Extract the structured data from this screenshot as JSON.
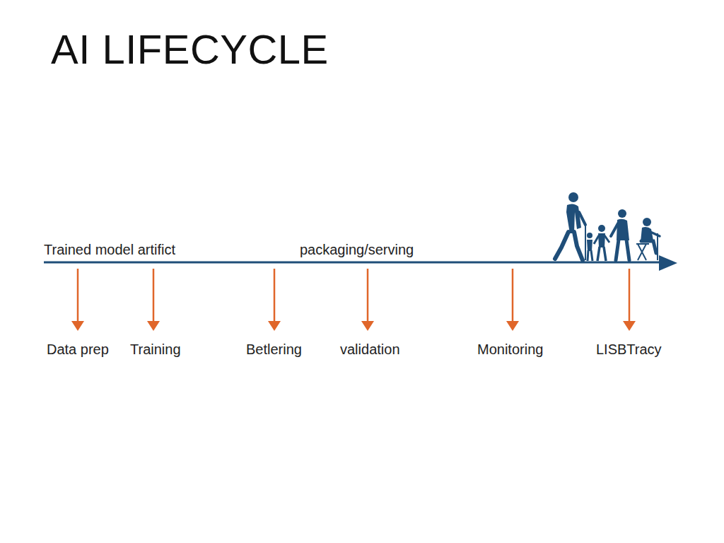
{
  "diagram": {
    "title": "AI LIFECYCLE",
    "labels": [
      "Trained model artifict",
      "packaging/serving",
      "Data prep",
      "Training",
      "Betlering",
      "validation",
      "Monitoring",
      "LISBTracy"
    ]
  }
}
